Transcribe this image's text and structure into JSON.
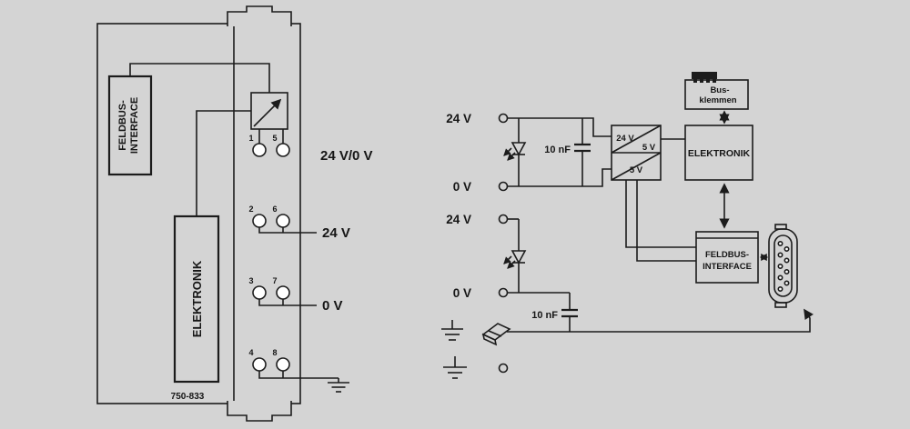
{
  "colors": {
    "background": "#d4d4d4",
    "line": "#1c1c1c",
    "terminal_fill": "#ffffff",
    "connector_fill": "#1c1c1c"
  },
  "module": {
    "feldbus_interface_line1": "FELDBUS-",
    "feldbus_interface_line2": "INTERFACE",
    "elektronik_label": "ELEKTRONIK",
    "part_number": "750-833",
    "terminal_numbers": [
      "1",
      "5",
      "2",
      "6",
      "3",
      "7",
      "4",
      "8"
    ],
    "jumper_label": "24 V/0 V",
    "supply_label": "24 V",
    "ground_label": "0 V"
  },
  "schematic": {
    "system_supply_24v": "24 V",
    "system_supply_0v": "0 V",
    "field_supply_24v": "24 V",
    "field_supply_0v": "0 V",
    "capacitor_system": "10 nF",
    "capacitor_field": "10 nF",
    "converter_input_label": "24 V",
    "converter_output_label": "5 V",
    "converter_isolated_output_label": "5 V",
    "elektronik_label": "ELEKTRONIK",
    "busklemmen_line1": "Bus-",
    "busklemmen_line2": "klemmen",
    "feldbus_line1": "FELDBUS-",
    "feldbus_line2": "INTERFACE"
  }
}
